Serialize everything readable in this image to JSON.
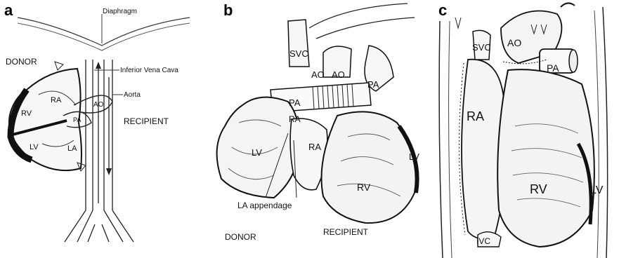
{
  "panels": [
    {
      "letter": "a",
      "labels": {
        "diaphragm": "Diaphragm",
        "donor": "DONOR",
        "ivc": "Inferior Vena Cava",
        "aorta": "Aorta",
        "recipient": "RECIPIENT",
        "ra": "RA",
        "rv": "RV",
        "lv": "LV",
        "la": "LA",
        "ao": "AO",
        "pa": "PA"
      }
    },
    {
      "letter": "b",
      "labels": {
        "svc": "SVC",
        "ao_donor": "AO",
        "ao_recipient": "AO",
        "pa_donor": "PA",
        "pa_recipient": "PA",
        "ra_small": "RA",
        "lv_donor": "LV",
        "ra_recipient": "RA",
        "lv_recipient": "LV",
        "rv": "RV",
        "la_appendage": "LA  appendage",
        "donor": "DONOR",
        "recipient": "RECIPIENT"
      }
    },
    {
      "letter": "c",
      "labels": {
        "svc": "SVC",
        "ao": "AO",
        "pa": "PA",
        "ra": "RA",
        "rv": "RV",
        "lv": "LV",
        "ivc": "IVC"
      }
    }
  ]
}
